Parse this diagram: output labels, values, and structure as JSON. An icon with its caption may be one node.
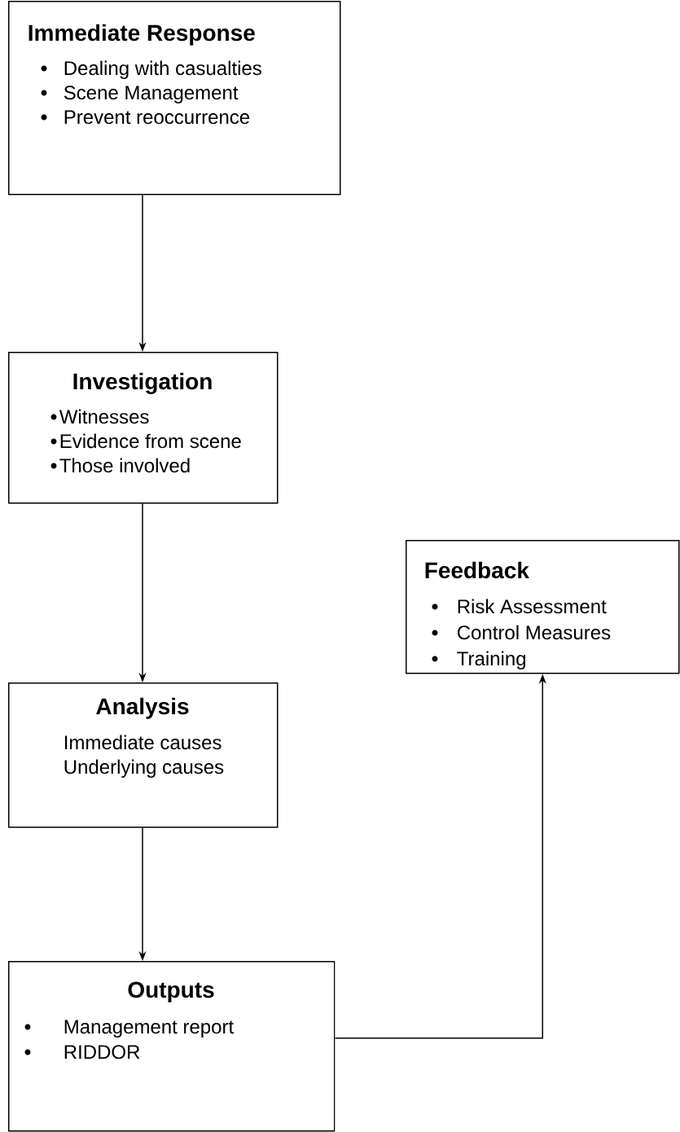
{
  "diagram": {
    "nodes": [
      {
        "text": [
          "Immediate Response",
          "Dealing with casualties",
          "Scene Management",
          "Prevent reoccurrence"
        ]
      },
      {
        "text": [
          "Investigation",
          "Witnesses",
          "Evidence from scene",
          "Those involved"
        ]
      },
      {
        "text": [
          "Analysis",
          "Immediate causes",
          "Underlying causes"
        ]
      },
      {
        "text": [
          "Feedback",
          "Risk Assessment",
          "Control Measures",
          "Training"
        ]
      },
      {
        "text": [
          "Outputs",
          "Management report",
          "RIDDOR"
        ]
      }
    ],
    "edges": [
      {
        "from": 0,
        "to": 1,
        "arrow": "to"
      },
      {
        "from": 1,
        "to": 2,
        "arrow": "to"
      },
      {
        "from": 2,
        "to": 4,
        "arrow": "to"
      },
      {
        "from": 4,
        "to": 3,
        "arrow": "to"
      }
    ]
  }
}
